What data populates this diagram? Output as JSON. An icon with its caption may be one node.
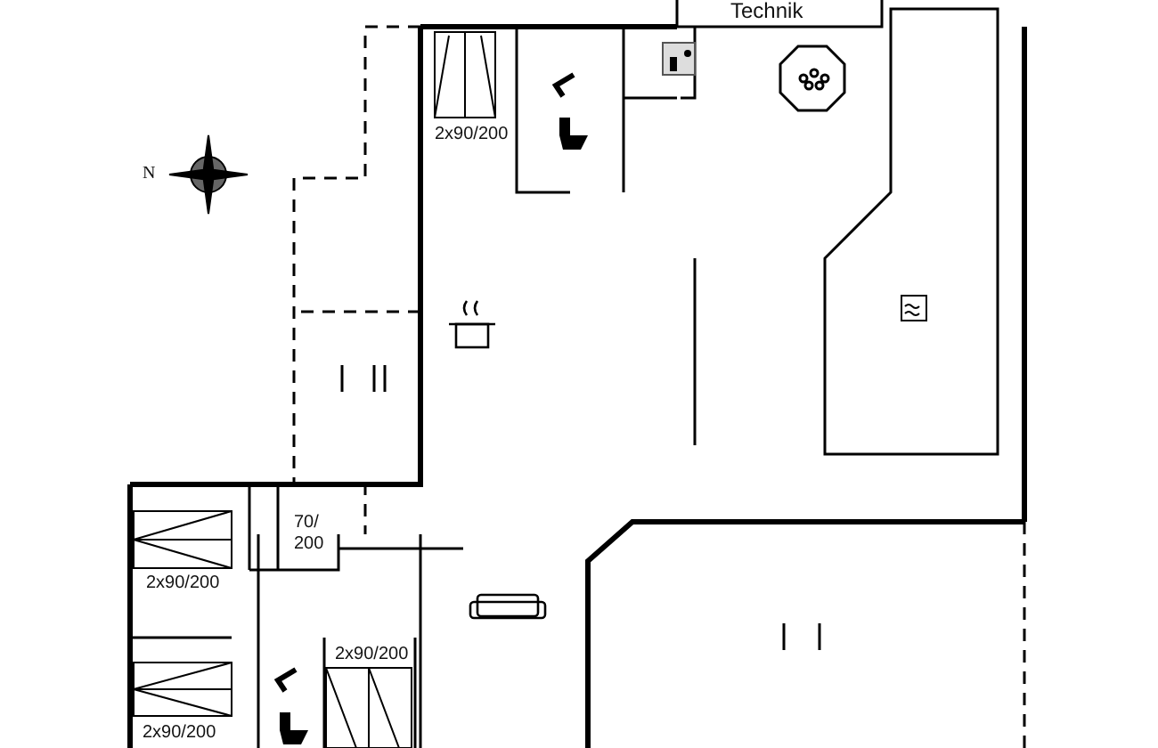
{
  "diagram": {
    "labels": [
      "Technik",
      "2x90/200",
      "N",
      "70/ 200",
      "2x90/200",
      "2x90/200",
      "2x90/200"
    ]
  }
}
